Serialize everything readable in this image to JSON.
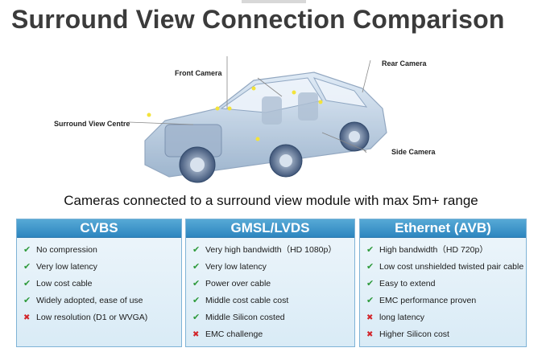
{
  "title": "Surround View Connection Comparison",
  "callouts": {
    "front_camera": "Front Camera",
    "rear_camera": "Rear Camera",
    "surround_view_centre": "Surround View Centre",
    "side_camera": "Side Camera"
  },
  "subtitle": "Cameras connected to a surround view module with max 5m+ range",
  "panels": [
    {
      "title": "CVBS",
      "items": [
        {
          "type": "check",
          "text": "No compression"
        },
        {
          "type": "check",
          "text": "Very low latency"
        },
        {
          "type": "check",
          "text": "Low cost cable"
        },
        {
          "type": "check",
          "text": "Widely adopted, ease of use"
        },
        {
          "type": "cross",
          "text": "Low resolution (D1 or WVGA)"
        }
      ]
    },
    {
      "title": "GMSL/LVDS",
      "items": [
        {
          "type": "check",
          "text": "Very high bandwidth（HD 1080p）"
        },
        {
          "type": "check",
          "text": "Very low latency"
        },
        {
          "type": "check",
          "text": "Power over cable"
        },
        {
          "type": "check",
          "text": "Middle cost cable cost"
        },
        {
          "type": "check",
          "text": "Middle Silicon costed"
        },
        {
          "type": "cross",
          "text": "EMC challenge"
        }
      ]
    },
    {
      "title": "Ethernet (AVB)",
      "items": [
        {
          "type": "check",
          "text": "High bandwidth（HD 720p）"
        },
        {
          "type": "check",
          "text": "Low cost unshielded twisted pair cable"
        },
        {
          "type": "check",
          "text": "Easy to extend"
        },
        {
          "type": "check",
          "text": "EMC performance proven"
        },
        {
          "type": "cross",
          "text": "long latency"
        },
        {
          "type": "cross",
          "text": "Higher Silicon cost"
        }
      ]
    }
  ],
  "icons": {
    "check": "check-mark-icon",
    "cross": "cross-mark-icon"
  },
  "colors": {
    "panel_header": "#3a94c9",
    "check": "#2e9a3b",
    "cross": "#d2252a"
  }
}
